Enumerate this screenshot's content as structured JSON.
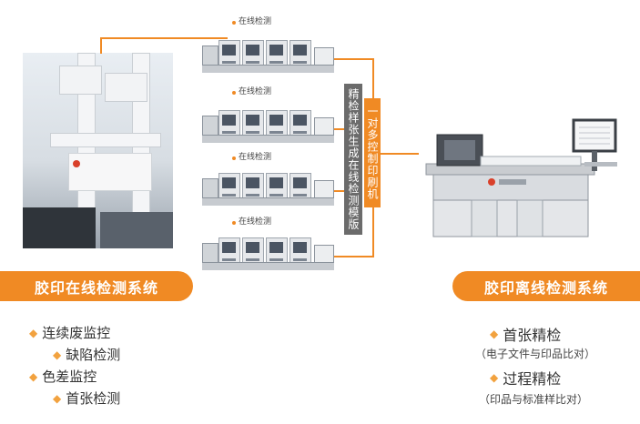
{
  "online_label": "在线检测",
  "vertical_gray": "精检样张生成在线检测模版",
  "vertical_orange": "一对多控制印刷机",
  "left_section": {
    "title": "胶印在线检测系统",
    "features": [
      {
        "text": "连续废监控",
        "level": 1
      },
      {
        "text": "缺陷检测",
        "level": 2
      },
      {
        "text": "色差监控",
        "level": 1
      },
      {
        "text": "首张检测",
        "level": 2
      }
    ]
  },
  "right_section": {
    "title": "胶印离线检测系统",
    "features": [
      {
        "text": "首张精检",
        "note": "（电子文件与印品比对）"
      },
      {
        "text": "过程精检",
        "note": "（印品与标准样比对）"
      }
    ]
  },
  "colors": {
    "accent": "#f08a24",
    "gray_box": "#6b6b6b"
  },
  "icons": {
    "bullet": "diamond-bullet-icon"
  }
}
